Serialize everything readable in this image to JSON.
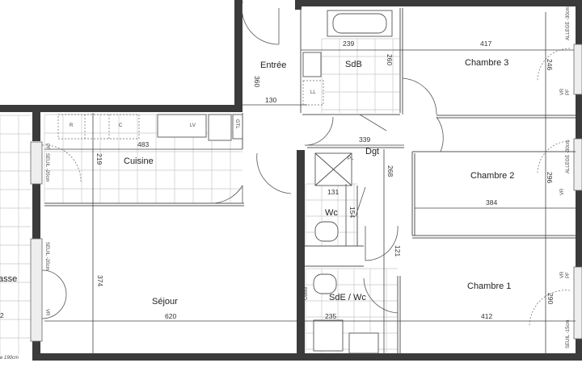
{
  "rooms": {
    "entree": {
      "label": "Entrée",
      "width": "130",
      "length": "360"
    },
    "sdb": {
      "label": "SdB",
      "width": "239",
      "length": "260"
    },
    "chambre3": {
      "label": "Chambre 3",
      "width": "417",
      "length": "246"
    },
    "cuisine": {
      "label": "Cuisine",
      "width": "483",
      "length": "219"
    },
    "dgt": {
      "label": "Dgt",
      "width": "339",
      "length": "268"
    },
    "chambre2": {
      "label": "Chambre 2",
      "width": "384",
      "length": "296"
    },
    "wc": {
      "label": "Wc",
      "width": "131",
      "length": "154"
    },
    "passage": {
      "length": "121"
    },
    "sde_wc": {
      "label": "SdE / Wc",
      "width": "235"
    },
    "chambre1": {
      "label": "Chambre 1",
      "width": "412",
      "length": "290"
    },
    "sejour": {
      "label": "Séjour",
      "width": "620",
      "length": "374"
    },
    "terrasse": {
      "label_partial": "asse",
      "value_partial": "2",
      "note_partial": "e 190cm"
    }
  },
  "fixtures": {
    "fridge": "R",
    "cooker": "C",
    "dishwasher": "LV",
    "panel": "GTL",
    "cupboard": "PL",
    "washer": "LL",
    "box": "Coffre"
  },
  "annotations": {
    "pf": "PF",
    "vr": "VR",
    "sill_20": "SEUIL -20cm",
    "sill_15": "SEUIL -15cm",
    "allege_30": "ALLEGE -30cm"
  },
  "colors": {
    "wall": "#3b3b3b",
    "tile": "#c8c8c8",
    "text": "#222222"
  }
}
